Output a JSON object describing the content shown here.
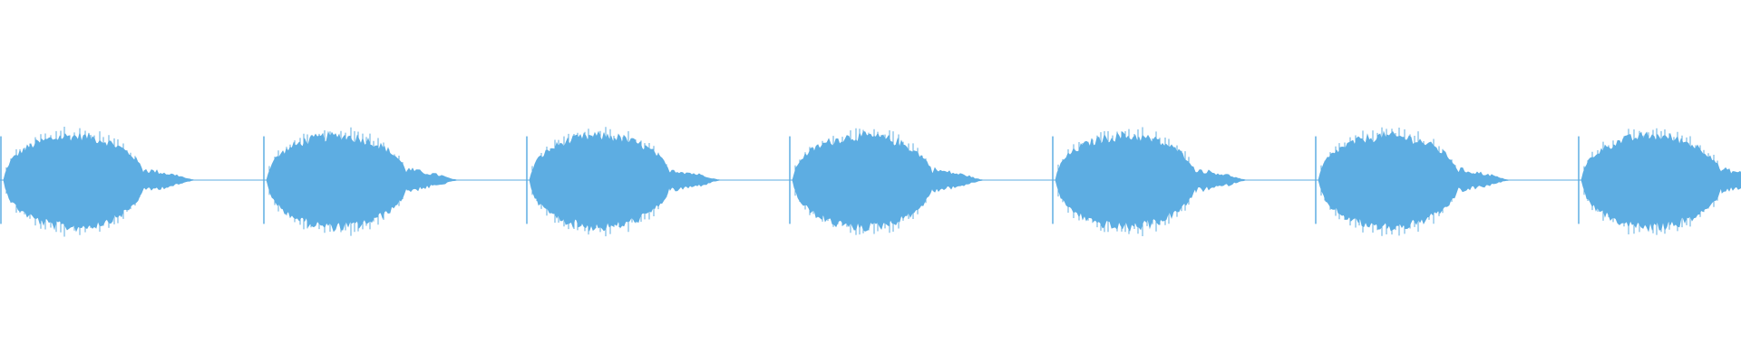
{
  "waveform": {
    "color": "#5dade2",
    "background": "#ffffff",
    "segment_count": 7,
    "segment_kind": "sound-burst",
    "segment_profile": {
      "onset_spike_amplitude": 0.44,
      "body_peak_amplitude": 0.6,
      "tail_amplitude": 0.12,
      "silence_amplitude": 0.01
    }
  }
}
